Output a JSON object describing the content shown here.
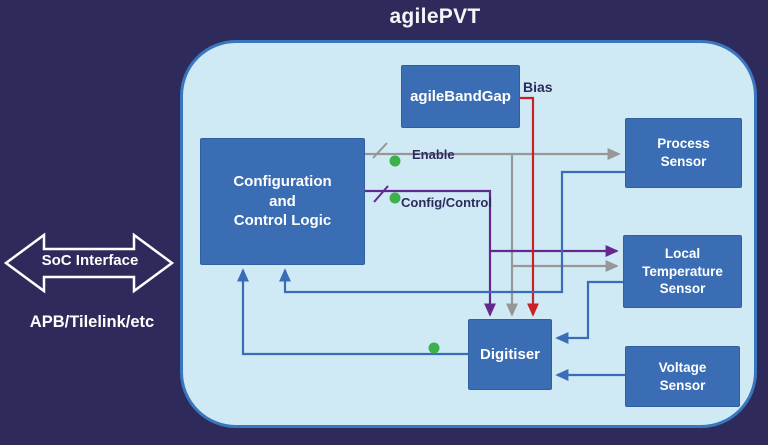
{
  "title": "agilePVT",
  "colors": {
    "background": "#2e2a5c",
    "panel_fill": "#cfeaf5",
    "panel_border": "#3a76bd",
    "block_fill": "#3a6db4",
    "block_border": "#30609f",
    "block_text": "#ffffff",
    "label_text": "#2e2a5c",
    "title_text": "#f5f5f8",
    "white": "#ffffff",
    "gray_line": "#979797",
    "purple_line": "#63298e",
    "red_line": "#cb2026",
    "blue_line": "#3c6cb8",
    "green_dot": "#3db04b"
  },
  "soc_interface": {
    "label": "SoC Interface",
    "sublabel": "APB/Tilelink/etc"
  },
  "blocks": {
    "bandgap": {
      "label": "agileBandGap"
    },
    "config": {
      "label": "Configuration\nand\nControl Logic"
    },
    "process": {
      "label": "Process\nSensor"
    },
    "local_temp": {
      "label": "Local\nTemperature\nSensor"
    },
    "voltage": {
      "label": "Voltage\nSensor"
    },
    "digitiser": {
      "label": "Digitiser"
    }
  },
  "signal_labels": {
    "bias": "Bias",
    "enable": "Enable",
    "config_control": "Config/Control"
  }
}
